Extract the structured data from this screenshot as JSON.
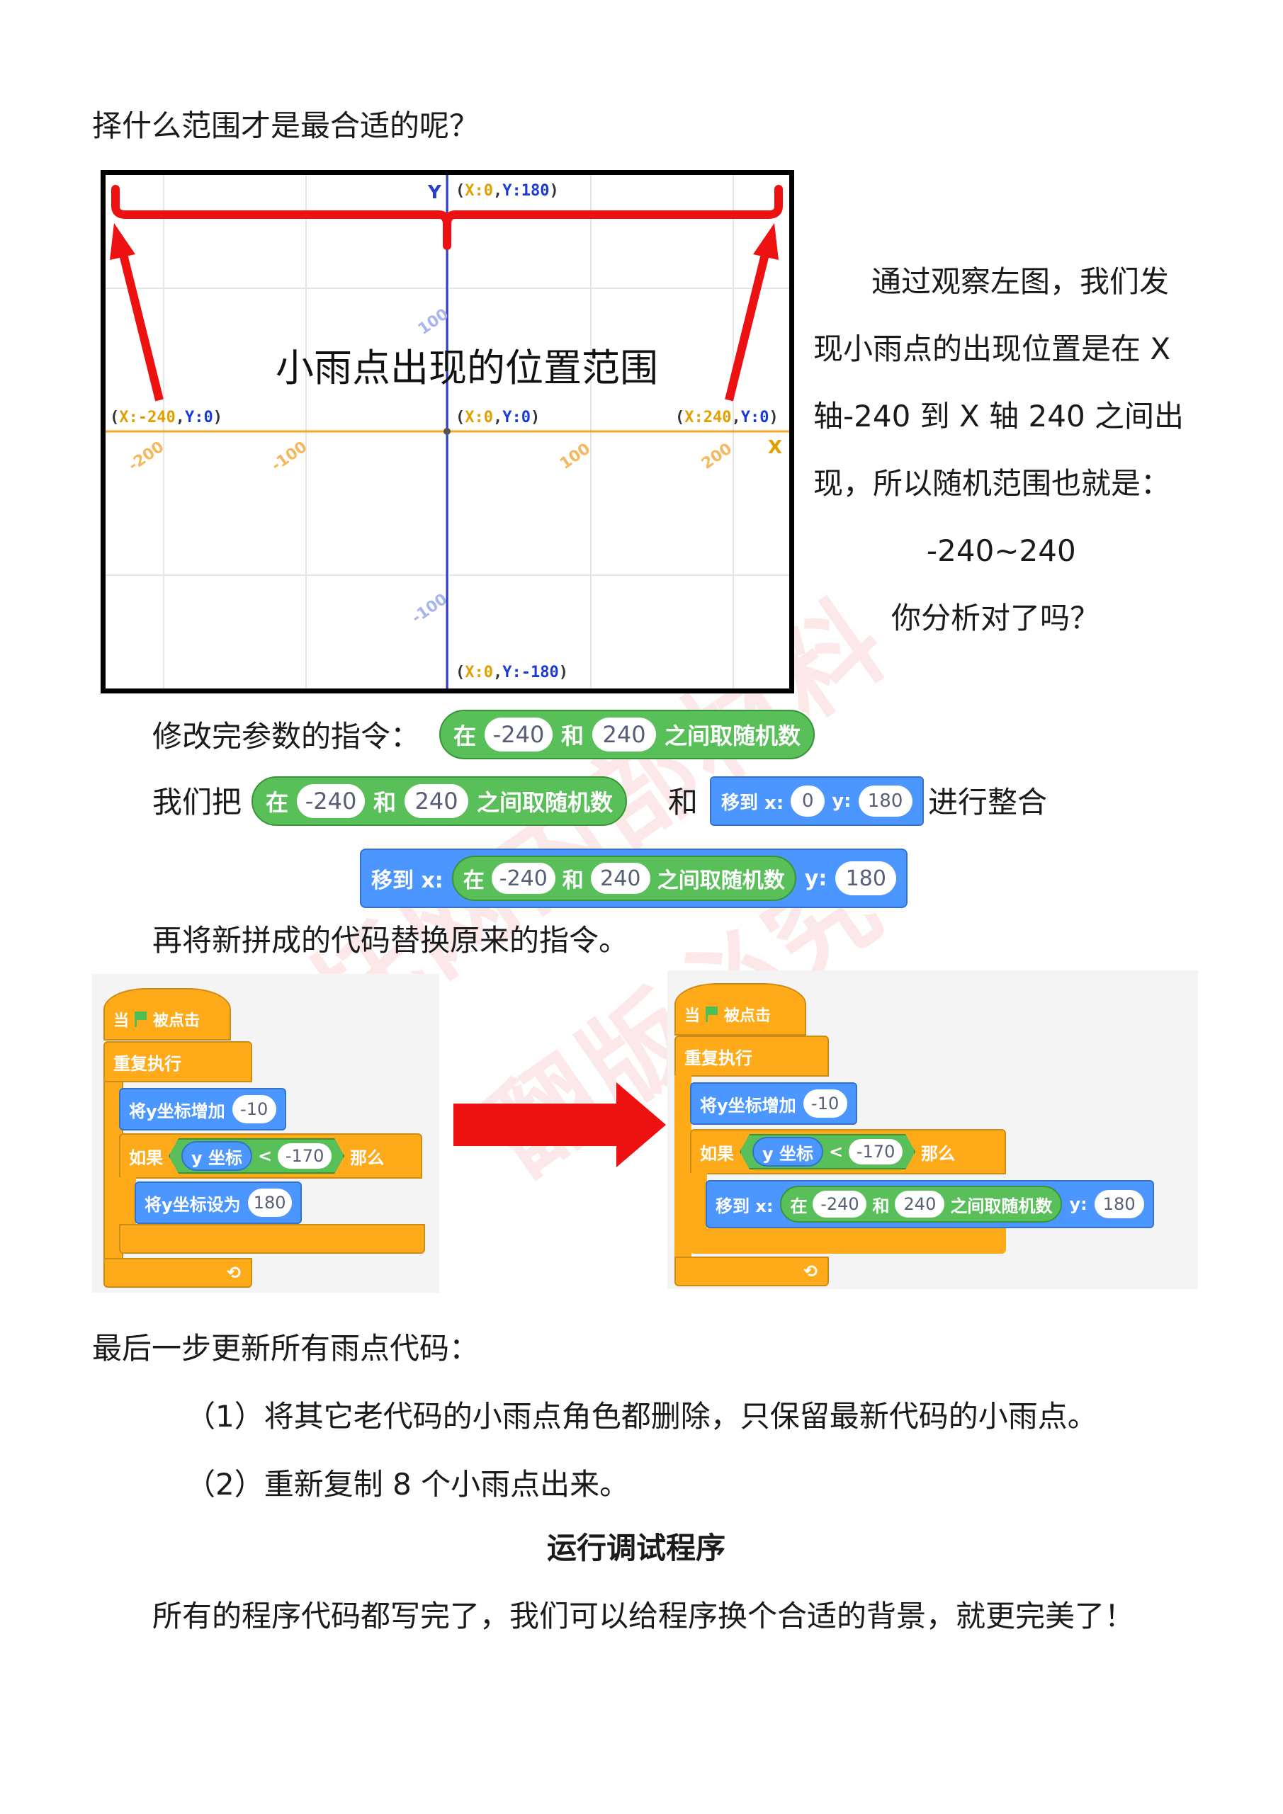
{
  "top_question": "择什么范围才是最合适的呢？",
  "stage": {
    "title": "小雨点出现的位置范围",
    "axis_y": "Y",
    "axis_x": "X",
    "top": {
      "x": "X:0",
      "y": "Y:180"
    },
    "left": {
      "x": "X:-240",
      "y": "Y:0"
    },
    "center": {
      "x": "X:0",
      "y": "Y:0"
    },
    "right": {
      "x": "X:240",
      "y": "Y:0"
    },
    "bottom": {
      "x": "X:0",
      "y": "Y:-180"
    },
    "ticks": {
      "xm200": "-200",
      "xm100": "-100",
      "x100": "100",
      "x200": "200",
      "y100": "100",
      "ym100": "-100"
    }
  },
  "side_text": {
    "line1": "通过观察左图，我们发",
    "line2": "现小雨点的出现位置是在 X",
    "line3": "轴-240 到 X 轴 240 之间出",
    "line4": "现，所以随机范围也就是：",
    "range": "-240~240",
    "ask": "你分析对了吗？"
  },
  "row1_label": "修改完参数的指令：",
  "row2": {
    "prefix": "我们把",
    "and": "和",
    "suffix": "进行整合"
  },
  "random_block": {
    "zai": "在",
    "from": "-240",
    "he": "和",
    "to": "240",
    "tail": "之间取随机数"
  },
  "goto_block": {
    "label": "移到 x:",
    "x": "0",
    "ylabel": "y:",
    "y": "180"
  },
  "merged_block": {
    "label": "移到 x:",
    "ylabel": "y:",
    "y": "180"
  },
  "replace_text": "再将新拼成的代码替换原来的指令。",
  "script": {
    "hat_when": "当",
    "hat_clicked": "被点击",
    "forever": "重复执行",
    "change_y": "将y坐标增加",
    "change_val": "-10",
    "if": "如果",
    "ycoord": "y 坐标",
    "lt": "<",
    "cmp": "-170",
    "then": "那么",
    "set_y": "将y坐标设为",
    "set_val": "180"
  },
  "final_heading": "最后一步更新所有雨点代码：",
  "step1": "（1）将其它老代码的小雨点角色都删除，只保留最新代码的小雨点。",
  "step2": "（2）重新复制 8 个小雨点出来。",
  "run_title": "运行调试程序",
  "closing": "所有的程序代码都写完了，我们可以给程序换个合适的背景，就更完美了！",
  "watermark1": "学托网内部材料",
  "watermark2": "翻版必究",
  "colors": {
    "looks_green": "#59c059",
    "motion_blue": "#4c97ff",
    "control_orange": "#ffab19",
    "red": "#ee1111"
  }
}
